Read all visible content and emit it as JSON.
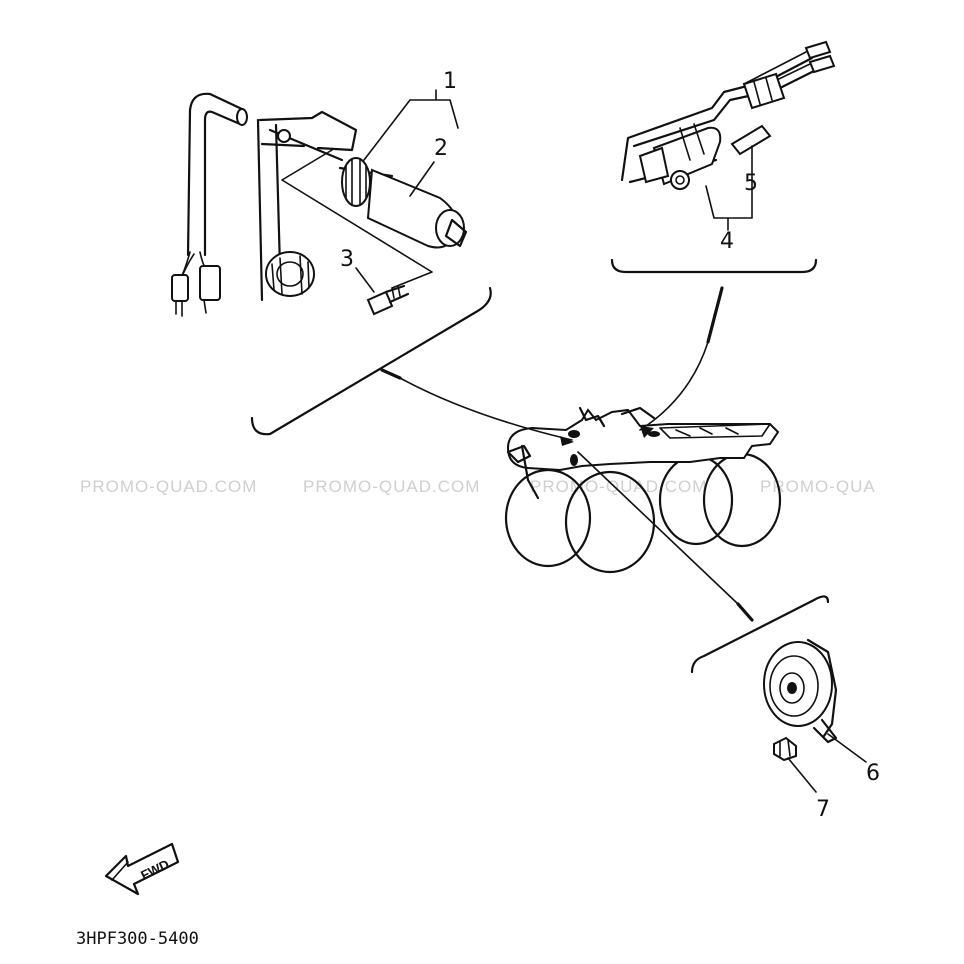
{
  "callouts": [
    {
      "id": "1",
      "label": "1"
    },
    {
      "id": "2",
      "label": "2"
    },
    {
      "id": "3",
      "label": "3"
    },
    {
      "id": "4",
      "label": "4"
    },
    {
      "id": "5",
      "label": "5"
    },
    {
      "id": "6",
      "label": "6"
    },
    {
      "id": "7",
      "label": "7"
    }
  ],
  "watermarks": [
    "PROMO-QUAD.COM",
    "PROMO-QUAD.COM",
    "PROMO-QUAD.COM",
    "PROMO-QUA"
  ],
  "fwd_label": "FWD",
  "diagram_code": "3HPF300-5400"
}
